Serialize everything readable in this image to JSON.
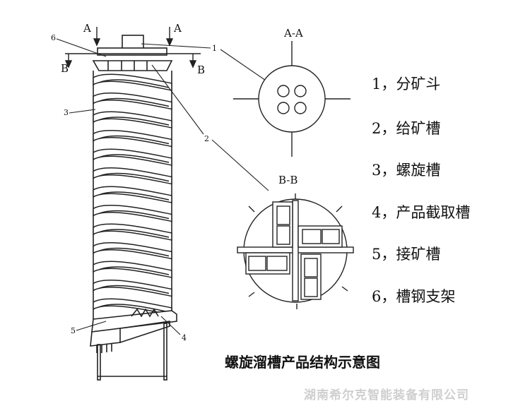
{
  "labels": {
    "section_a_left": "A",
    "section_a_right": "A",
    "section_b_left": "B",
    "section_b_right": "B",
    "callout_1": "1",
    "callout_2": "2",
    "callout_3": "3",
    "callout_4": "4",
    "callout_5": "5",
    "callout_6": "6",
    "view_aa_title": "A-A",
    "view_bb_title": "B-B"
  },
  "legend": [
    "1，分矿斗",
    "2，给矿槽",
    "3，螺旋槽",
    "4，产品截取槽",
    "5，接矿槽",
    "6，槽钢支架"
  ],
  "caption": "螺旋溜槽产品结构示意图",
  "watermark": "湖南希尔克智能装备有限公司",
  "colors": {
    "line": "#222222",
    "watermark": "#cfcfcf"
  }
}
